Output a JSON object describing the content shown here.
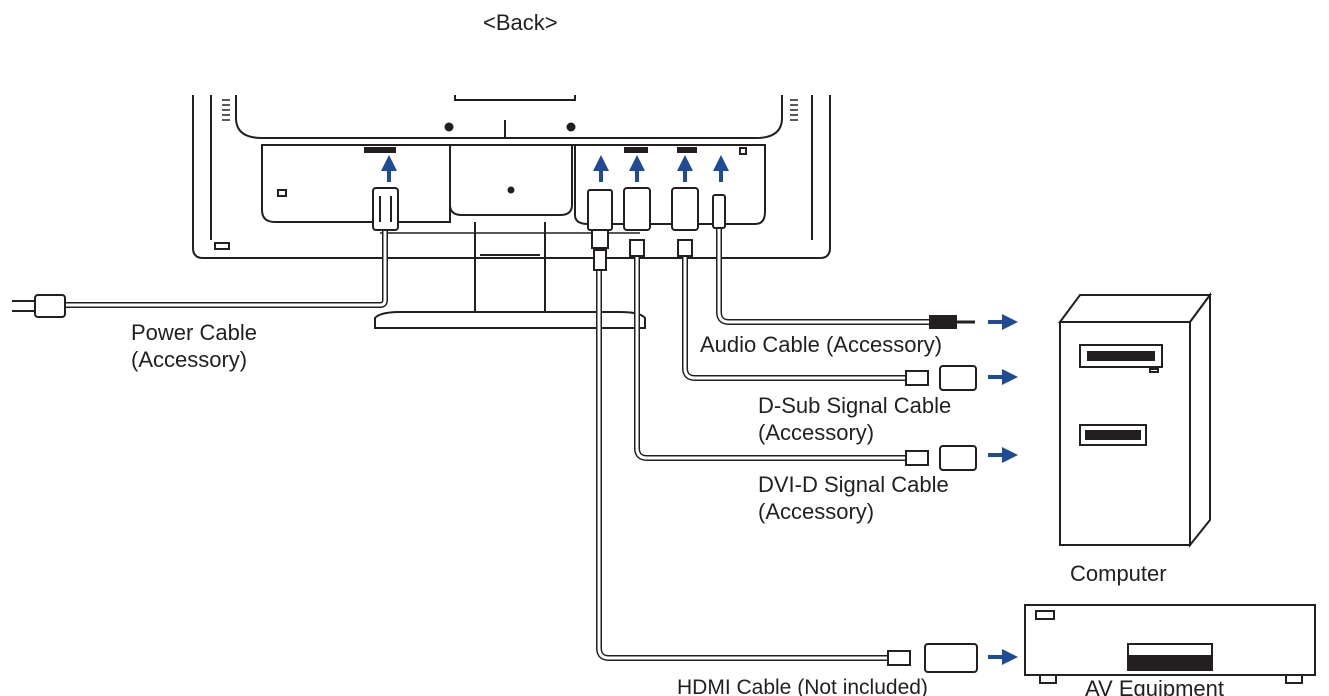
{
  "heading": "<Back>",
  "labels": {
    "power_cable": "Power Cable",
    "power_cable_note": "(Accessory)",
    "audio_cable": "Audio Cable (Accessory)",
    "dsub_cable": "D-Sub Signal Cable",
    "dsub_cable_note": "(Accessory)",
    "dvid_cable": "DVI-D Signal Cable",
    "dvid_cable_note": "(Accessory)",
    "hdmi_cable": "HDMI Cable (Not included)",
    "computer": "Computer",
    "av_equipment": "AV Equipment"
  },
  "colors": {
    "line": "#231f20",
    "arrow": "#1e4a96",
    "fill": "#ffffff"
  },
  "icons": {
    "plug_up_arrows": "arrow-up-icon",
    "direction_arrows": "arrow-right-icon"
  }
}
